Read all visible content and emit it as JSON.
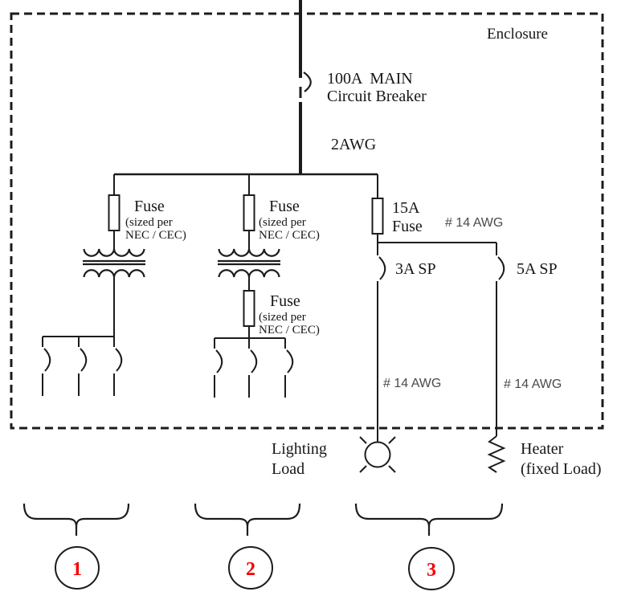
{
  "enclosure": {
    "label": "Enclosure"
  },
  "main": {
    "breaker_label_line1": "100A  MAIN",
    "breaker_label_line2": "Circuit Breaker",
    "feeder_wire_label": "2AWG"
  },
  "fuse_nec": {
    "label": "Fuse",
    "note_line1": "(sized per",
    "note_line2": "NEC / CEC)"
  },
  "branch3": {
    "fuse_line1": "15A",
    "fuse_line2": "Fuse",
    "wire_top": "# 14 AWG",
    "breaker_left": "3A SP",
    "breaker_right": "5A SP",
    "wire_left": "# 14 AWG",
    "wire_right": "# 14 AWG"
  },
  "loads": {
    "lighting_line1": "Lighting",
    "lighting_line2": "Load",
    "heater_line1": "Heater",
    "heater_line2": "(fixed Load)"
  },
  "callouts": {
    "c1": "1",
    "c2": "2",
    "c3": "3"
  },
  "colors": {
    "line": "#1c1c1c",
    "callout_number": "#f40000",
    "wire_label_gray": "#4a4a4a"
  }
}
